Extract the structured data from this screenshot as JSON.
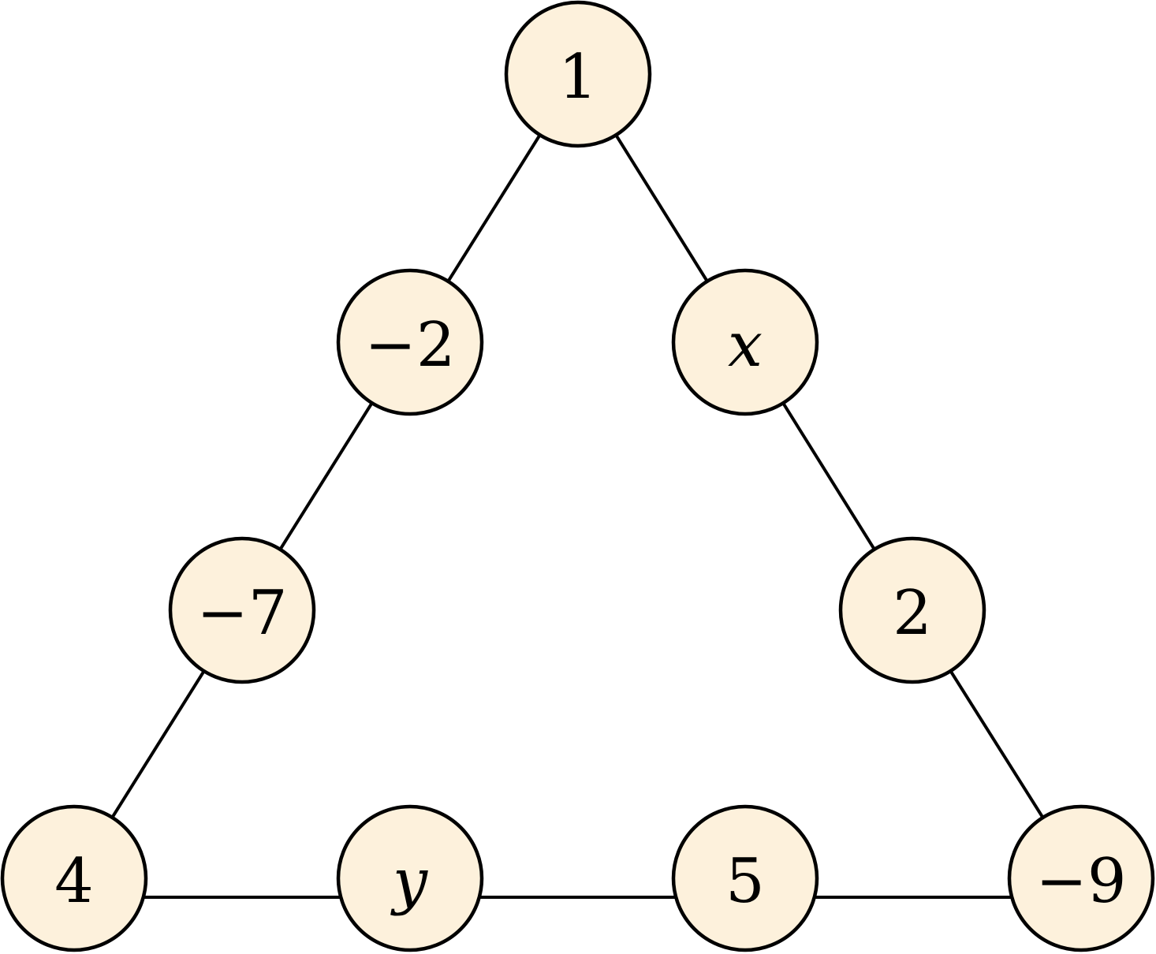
{
  "diagram": {
    "node_fill": "#fdf1dc",
    "stroke_color": "#000000",
    "nodes": [
      {
        "id": "top",
        "label": "1",
        "variable": false
      },
      {
        "id": "left-2",
        "label": "−2",
        "variable": false
      },
      {
        "id": "left-3",
        "label": "−7",
        "variable": false
      },
      {
        "id": "bottom-left",
        "label": "4",
        "variable": false
      },
      {
        "id": "bottom-2",
        "label": "y",
        "variable": true
      },
      {
        "id": "bottom-3",
        "label": "5",
        "variable": false
      },
      {
        "id": "bottom-right",
        "label": "−9",
        "variable": false
      },
      {
        "id": "right-3",
        "label": "2",
        "variable": false
      },
      {
        "id": "right-2",
        "label": "x",
        "variable": true
      }
    ],
    "edges": [
      [
        "top",
        "left-2"
      ],
      [
        "left-2",
        "left-3"
      ],
      [
        "left-3",
        "bottom-left"
      ],
      [
        "bottom-left",
        "bottom-2"
      ],
      [
        "bottom-2",
        "bottom-3"
      ],
      [
        "bottom-3",
        "bottom-right"
      ],
      [
        "bottom-right",
        "right-3"
      ],
      [
        "right-3",
        "right-2"
      ],
      [
        "right-2",
        "top"
      ]
    ]
  }
}
